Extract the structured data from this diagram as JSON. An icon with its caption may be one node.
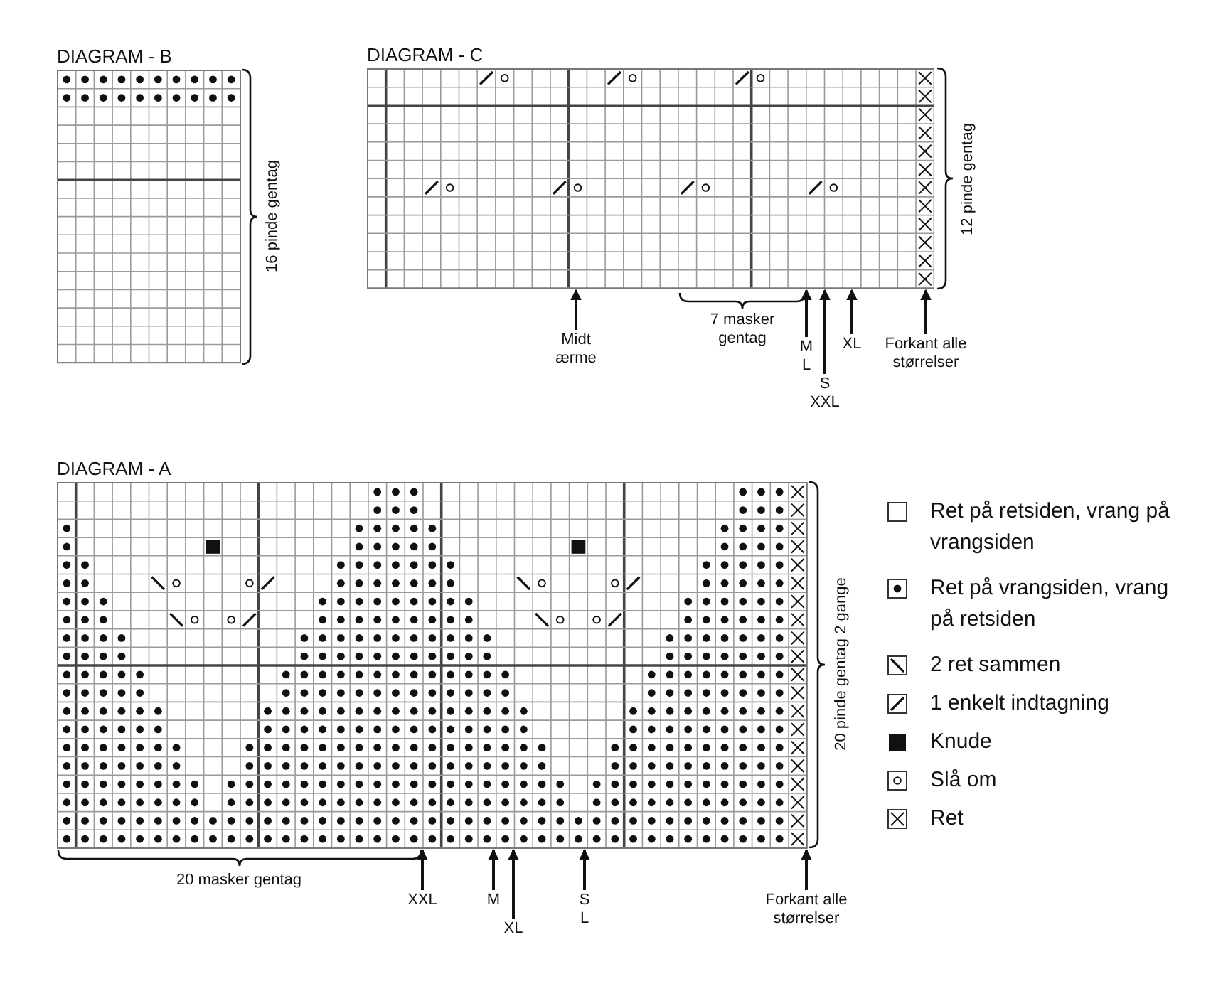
{
  "diagram": {
    "nodes": [
      {
        "text": [
          "DIAGRAM - B"
        ]
      },
      {
        "text": [
          "DIAGRAM - C"
        ]
      },
      {
        "text": [
          "Midt ærme"
        ]
      },
      {
        "text": [
          "M L"
        ]
      },
      {
        "text": [
          "S XXL"
        ]
      },
      {
        "text": [
          "XL"
        ]
      },
      {
        "text": [
          "Forkant alle størrelser"
        ]
      },
      {
        "text": [
          "DIAGRAM - A"
        ]
      },
      {
        "text": [
          "XXL"
        ]
      },
      {
        "text": [
          "M"
        ]
      },
      {
        "text": [
          "XL"
        ]
      },
      {
        "text": [
          "S L"
        ]
      },
      {
        "text": [
          "Forkant alle størrelser"
        ]
      }
    ],
    "edges": [
      {
        "from": 2,
        "to": 1,
        "arrow": "to"
      },
      {
        "from": 3,
        "to": 1,
        "arrow": "to"
      },
      {
        "from": 4,
        "to": 1,
        "arrow": "to"
      },
      {
        "from": 5,
        "to": 1,
        "arrow": "to"
      },
      {
        "from": 6,
        "to": 1,
        "arrow": "to"
      },
      {
        "from": 8,
        "to": 7,
        "arrow": "to"
      },
      {
        "from": 9,
        "to": 7,
        "arrow": "to"
      },
      {
        "from": 10,
        "to": 7,
        "arrow": "to"
      },
      {
        "from": 11,
        "to": 7,
        "arrow": "to"
      },
      {
        "from": 12,
        "to": 7,
        "arrow": "to"
      }
    ],
    "labels": [
      "16 pinde gentag",
      "12 pinde gentag",
      "7 masker gentag",
      "20 pinde gentag 2 gange",
      "20 masker gentag"
    ],
    "legend": [
      {
        "text": "Ret på retsiden, vrang på vrangsiden"
      },
      {
        "text": "Ret på vrangsiden, vrang på retsiden"
      },
      {
        "text": "2 ret sammen"
      },
      {
        "text": "1 enkelt indtagning"
      },
      {
        "text": "Knude"
      },
      {
        "text": "Slå om"
      },
      {
        "text": "Ret"
      }
    ]
  }
}
